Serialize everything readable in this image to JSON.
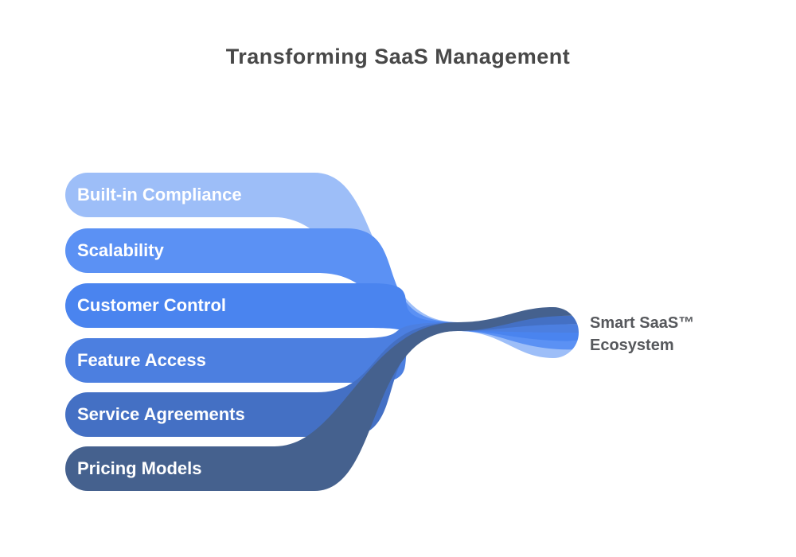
{
  "title": "Transforming SaaS Management",
  "diagram": {
    "bands": [
      {
        "label": "Built-in Compliance",
        "color": "#9dbef8"
      },
      {
        "label": "Scalability",
        "color": "#5b91f4"
      },
      {
        "label": "Customer Control",
        "color": "#4a84ef"
      },
      {
        "label": "Feature Access",
        "color": "#4c7fe0"
      },
      {
        "label": "Service Agreements",
        "color": "#4470c4"
      },
      {
        "label": "Pricing Models",
        "color": "#45618e"
      }
    ],
    "output": {
      "line1": "Smart SaaS™",
      "line2": "Ecosystem"
    },
    "colors": {
      "background": "#ffffff",
      "title_text": "#484848",
      "band_label_text": "#ffffff",
      "output_text": "#56585c"
    }
  }
}
